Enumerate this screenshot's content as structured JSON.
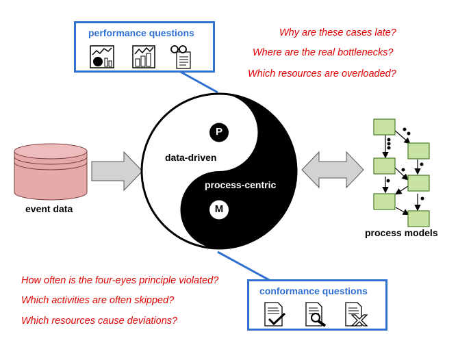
{
  "colors": {
    "box_border": "#2f6fd0",
    "question_text": "#e00000",
    "cylinder_fill": "#e6aaaa",
    "cylinder_stroke": "#7a3b3b",
    "arrow_fill": "#d2d2d2",
    "model_node_fill": "#c9e3a3",
    "model_node_stroke": "#4a7a2a",
    "yinyang_dark": "#000000",
    "yinyang_light": "#ffffff"
  },
  "performance": {
    "title": "performance questions",
    "icons": [
      "chart-pie-icon",
      "chart-bar-icon",
      "glasses-document-icon"
    ],
    "questions": [
      "Why are these cases late?",
      "Where are the real bottlenecks?",
      "Which resources are overloaded?"
    ]
  },
  "conformance": {
    "title": "conformance questions",
    "icons": [
      "document-check-icon",
      "document-search-icon",
      "document-cross-icon"
    ],
    "questions": [
      "How often is the four-eyes principle violated?",
      "Which activities are often skipped?",
      "Which resources cause deviations?"
    ]
  },
  "center": {
    "label_top": "data-driven",
    "label_bottom": "process-centric",
    "letter_top": "P",
    "letter_bottom": "M"
  },
  "left": {
    "label": "event data"
  },
  "right": {
    "label": "process models"
  }
}
